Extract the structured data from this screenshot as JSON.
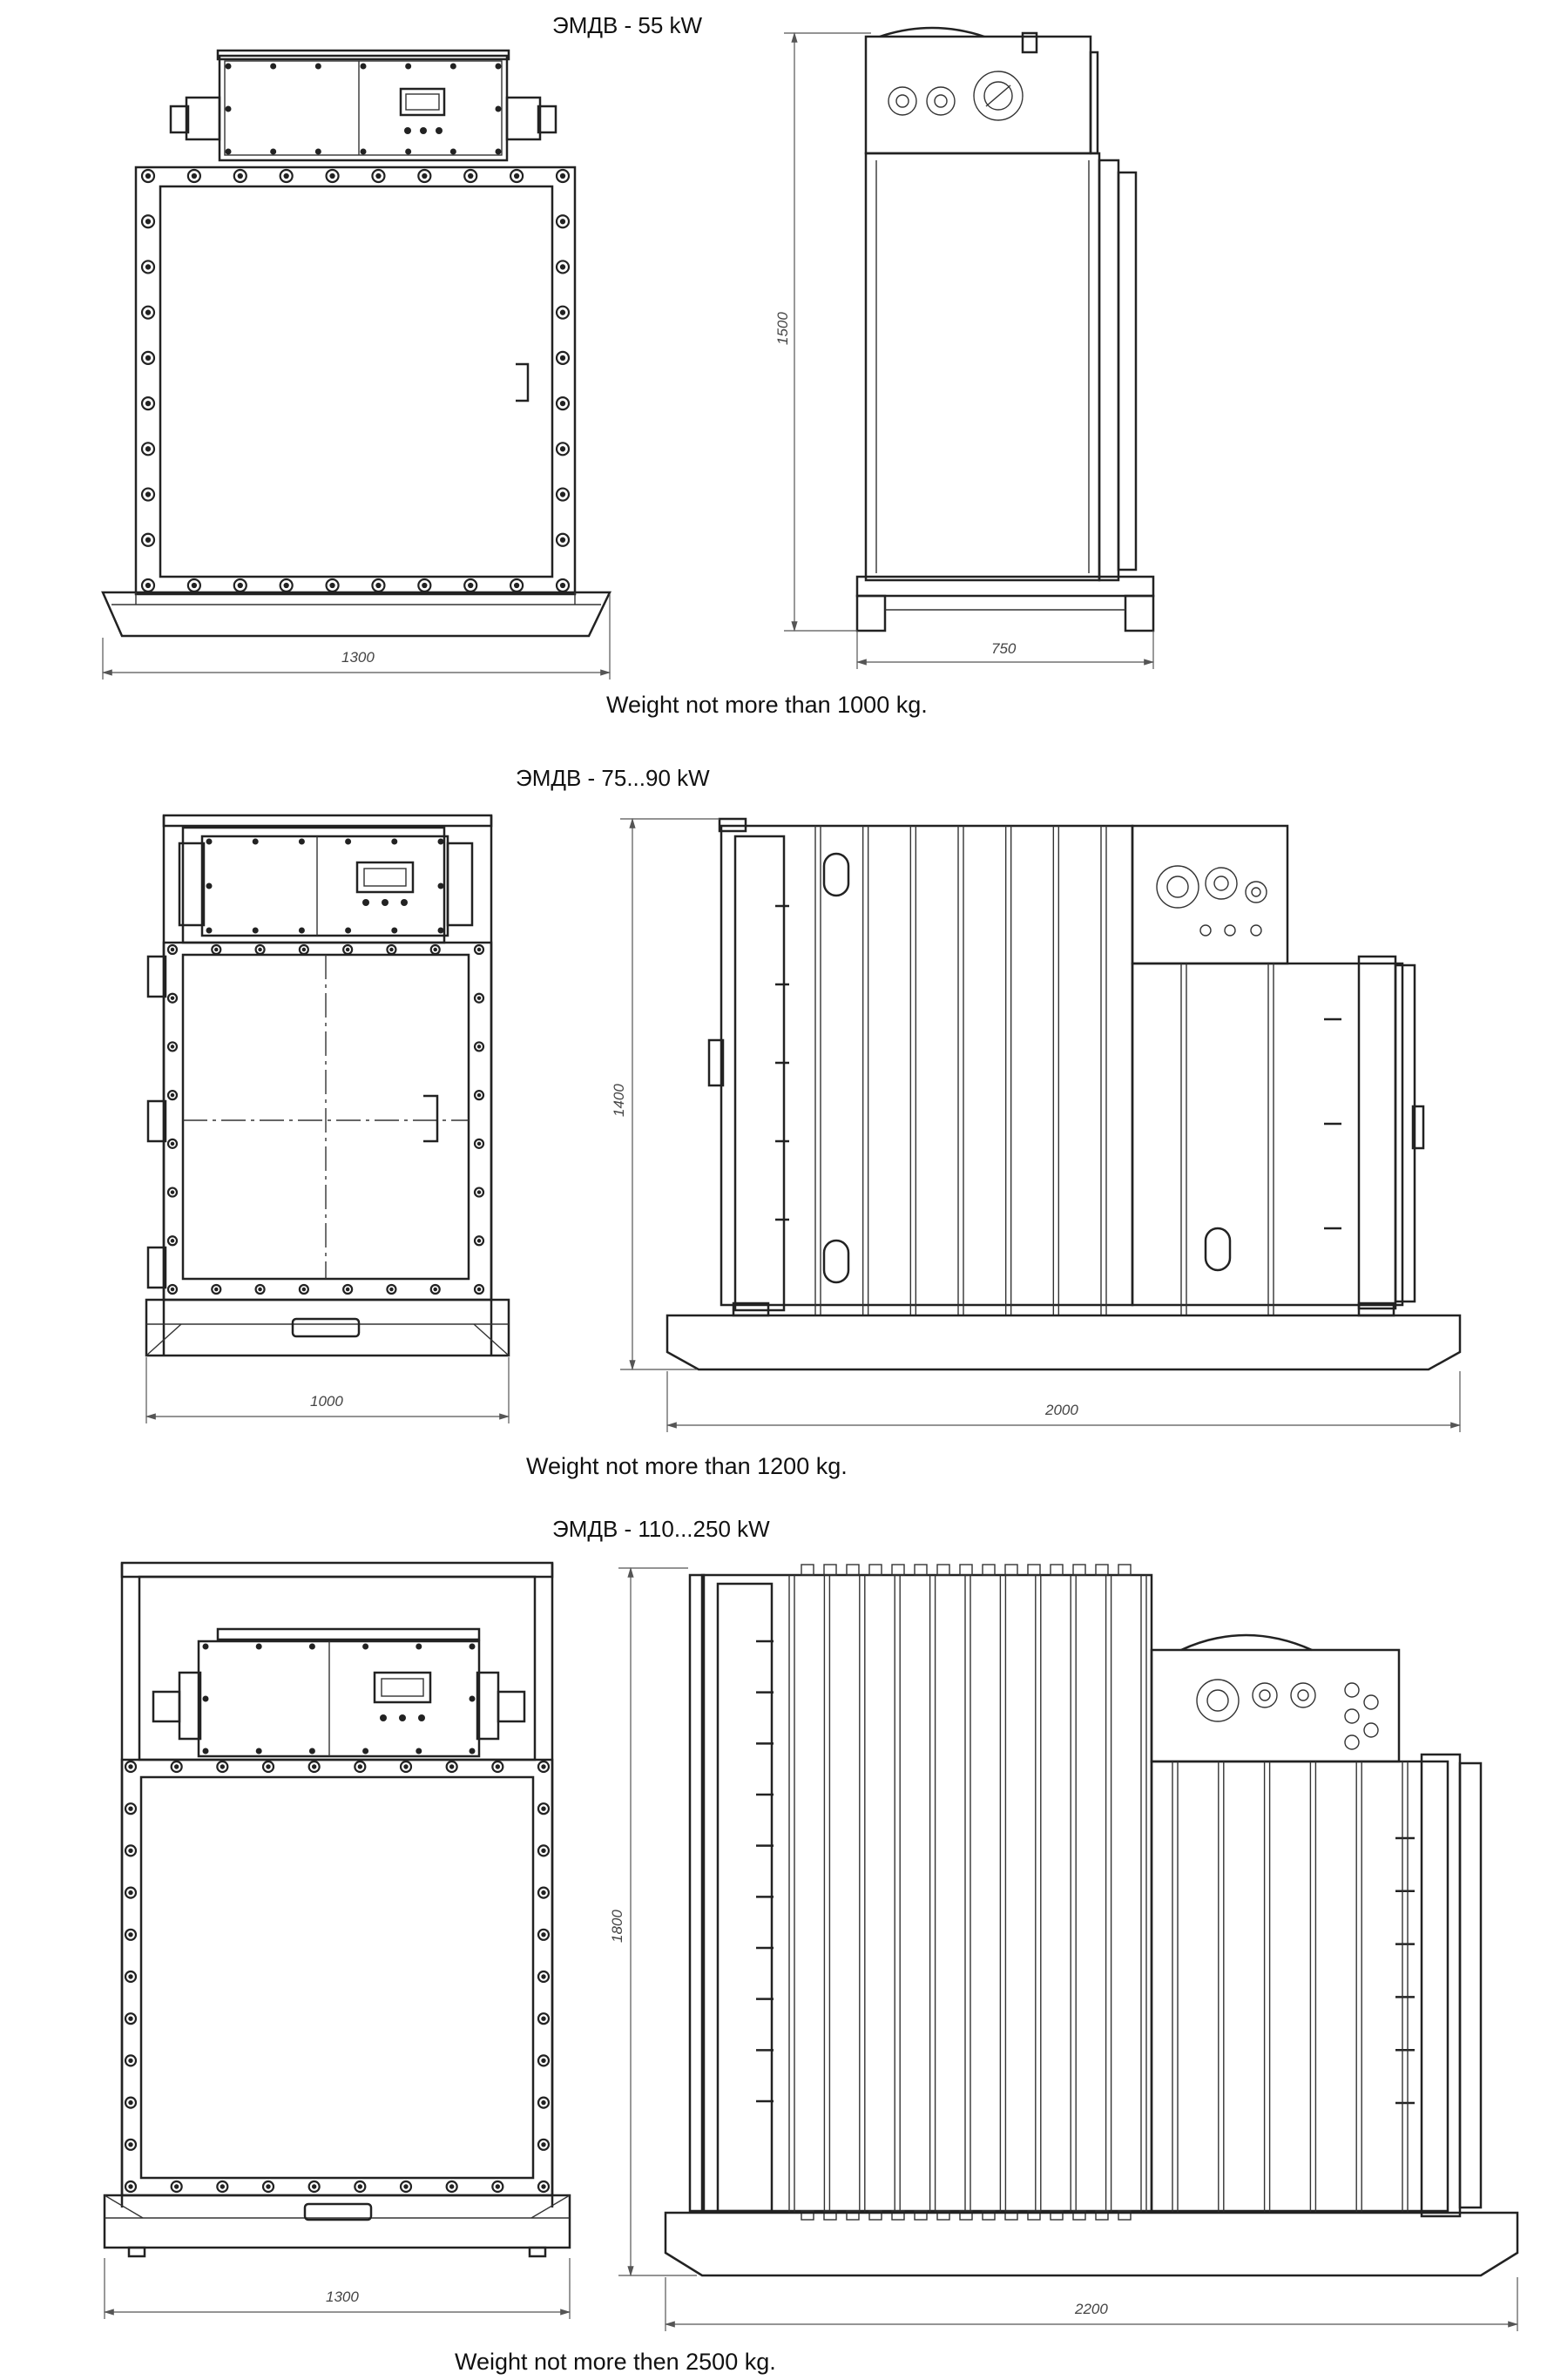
{
  "sections": [
    {
      "title": "ЭМДВ - 55 kW",
      "front_width": "1300",
      "side_width": "750",
      "height": "1500",
      "weight": "Weight not more than 1000 kg."
    },
    {
      "title": "ЭМДВ - 75...90 kW",
      "front_width": "1000",
      "side_width": "2000",
      "height": "1400",
      "weight": "Weight not more than 1200 kg."
    },
    {
      "title": "ЭМДВ - 110...250 kW",
      "front_width": "1300",
      "side_width": "2200",
      "height": "1800",
      "weight": "Weight not more then 2500 kg."
    }
  ]
}
